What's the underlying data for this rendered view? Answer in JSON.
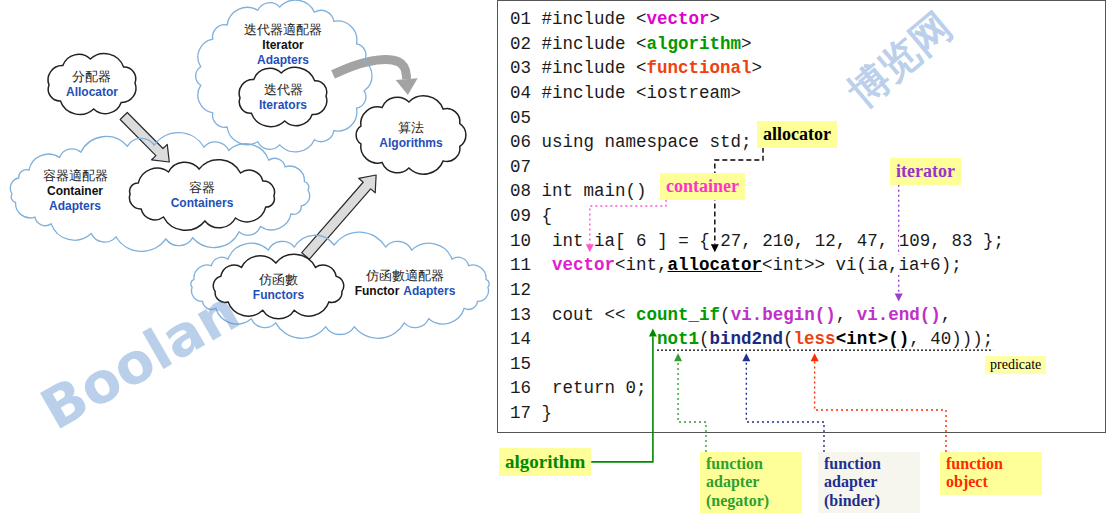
{
  "diagram": {
    "nodes": [
      {
        "text": [
          "迭代器適配器",
          "Iterator",
          "Adapters"
        ]
      },
      {
        "text": [
          "迭代器",
          "Iterators"
        ],
        "in": 0
      },
      {
        "text": [
          "分配器",
          "Allocator"
        ]
      },
      {
        "text": [
          "容器適配器",
          "Container",
          "Adapters"
        ]
      },
      {
        "text": [
          "容器",
          "Containers"
        ],
        "in": 3
      },
      {
        "text": [
          "算法",
          "Algorithms"
        ]
      },
      {
        "text": [
          "仿函數適配器",
          "Functor",
          "Adapters"
        ]
      },
      {
        "text": [
          "仿函數",
          "Functors"
        ],
        "in": 6
      },
      {
        "text": [
          "01 #include <vector>",
          "02 #include <algorithm>",
          "03 #include <functional>",
          "04 #include <iostream>",
          "05",
          "06 using namespace std;",
          "07",
          "08 int main()",
          "09 {",
          "10  int ia[ 6 ] = { 27, 210, 12, 47, 109, 83 };",
          "11  vector<int,allocator<int>> vi(ia,ia+6);",
          "12",
          "13  cout << count_if(vi.begin(), vi.end(),",
          "14            not1(bind2nd(less<int>(), 40)));",
          "15",
          "16  return 0;",
          "17 }"
        ]
      },
      {
        "text": [
          "allocator"
        ],
        "in": 8
      },
      {
        "text": [
          "container"
        ],
        "in": 8
      },
      {
        "text": [
          "iterator"
        ],
        "in": 8
      },
      {
        "text": [
          "predicate"
        ],
        "in": 8
      },
      {
        "text": [
          "algorithm"
        ]
      },
      {
        "text": [
          "function adapter (negator)"
        ]
      },
      {
        "text": [
          "function adapter (binder)"
        ]
      },
      {
        "text": [
          "function object"
        ]
      }
    ],
    "edges": [
      {
        "from": 2,
        "to": 4,
        "arrow": "to"
      },
      {
        "from": 1,
        "to": 5,
        "arrow": "to"
      },
      {
        "from": 7,
        "to": 5,
        "arrow": "to"
      }
    ],
    "labels": [
      "Boolan",
      "博览网"
    ]
  }
}
